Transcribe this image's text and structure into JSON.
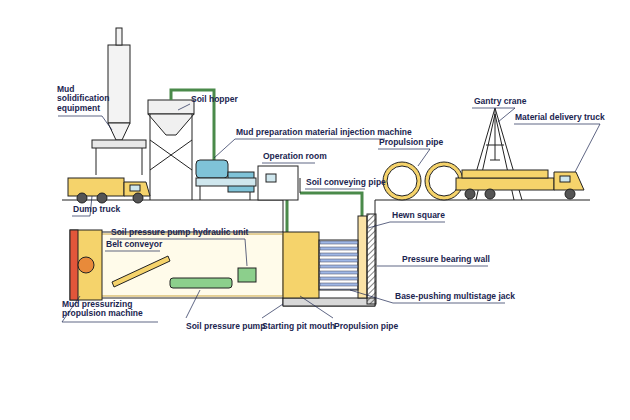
{
  "diagram": {
    "labels": [
      "Mud solidification equipment",
      "Soil hopper",
      "Mud preparation material injection machine",
      "Operation room",
      "Soil conveying pipe",
      "Dump truck",
      "Propulsion pipe",
      "Gantry crane",
      "Material delivery truck",
      "Soil pressure pump hydraulic unit",
      "Hewn square",
      "Belt conveyor",
      "Pressure bearing wall",
      "Base-pushing multistage jack",
      "Mud pressurizing propulsion machine",
      "Soil pressure pump",
      "Starting pit mouth",
      "Propulsion pipe"
    ]
  }
}
